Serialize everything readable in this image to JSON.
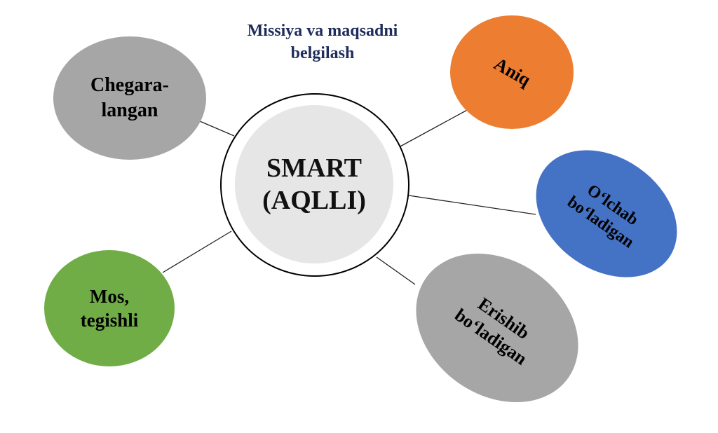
{
  "title": {
    "line1": "Missiya va maqsadni",
    "line2": "belgilash",
    "color": "#1f2d5c"
  },
  "center": {
    "line1": "SMART",
    "line2": "(AQLLI)",
    "fill": "#e6e6e6"
  },
  "nodes": [
    {
      "id": "chegaralangan",
      "line1": "Chegara-",
      "line2": "langan",
      "color": "#a6a6a6"
    },
    {
      "id": "aniq",
      "line1": "Aniq",
      "color": "#ed7d31"
    },
    {
      "id": "olchab",
      "line1": "O‘lchab",
      "line2": "bo‘ladigan",
      "color": "#4472c4"
    },
    {
      "id": "erishib",
      "line1": "Erishib",
      "line2": "bo‘ladigan",
      "color": "#a6a6a6"
    },
    {
      "id": "mos",
      "line1": "Mos,",
      "line2": "tegishli",
      "color": "#70ad47"
    }
  ]
}
